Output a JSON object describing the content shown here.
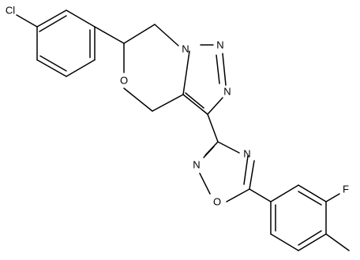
{
  "diagram": {
    "type": "chemical-structure",
    "atoms": [
      {
        "id": "cl",
        "label": "Cl"
      },
      {
        "id": "o_morph",
        "label": "O"
      },
      {
        "id": "n1",
        "label": "N"
      },
      {
        "id": "n2",
        "label": "N"
      },
      {
        "id": "n3",
        "label": "N"
      },
      {
        "id": "n_oxa4",
        "label": "N"
      },
      {
        "id": "n_oxa2",
        "label": "N"
      },
      {
        "id": "o_oxa",
        "label": "O"
      },
      {
        "id": "f",
        "label": "F"
      }
    ]
  }
}
